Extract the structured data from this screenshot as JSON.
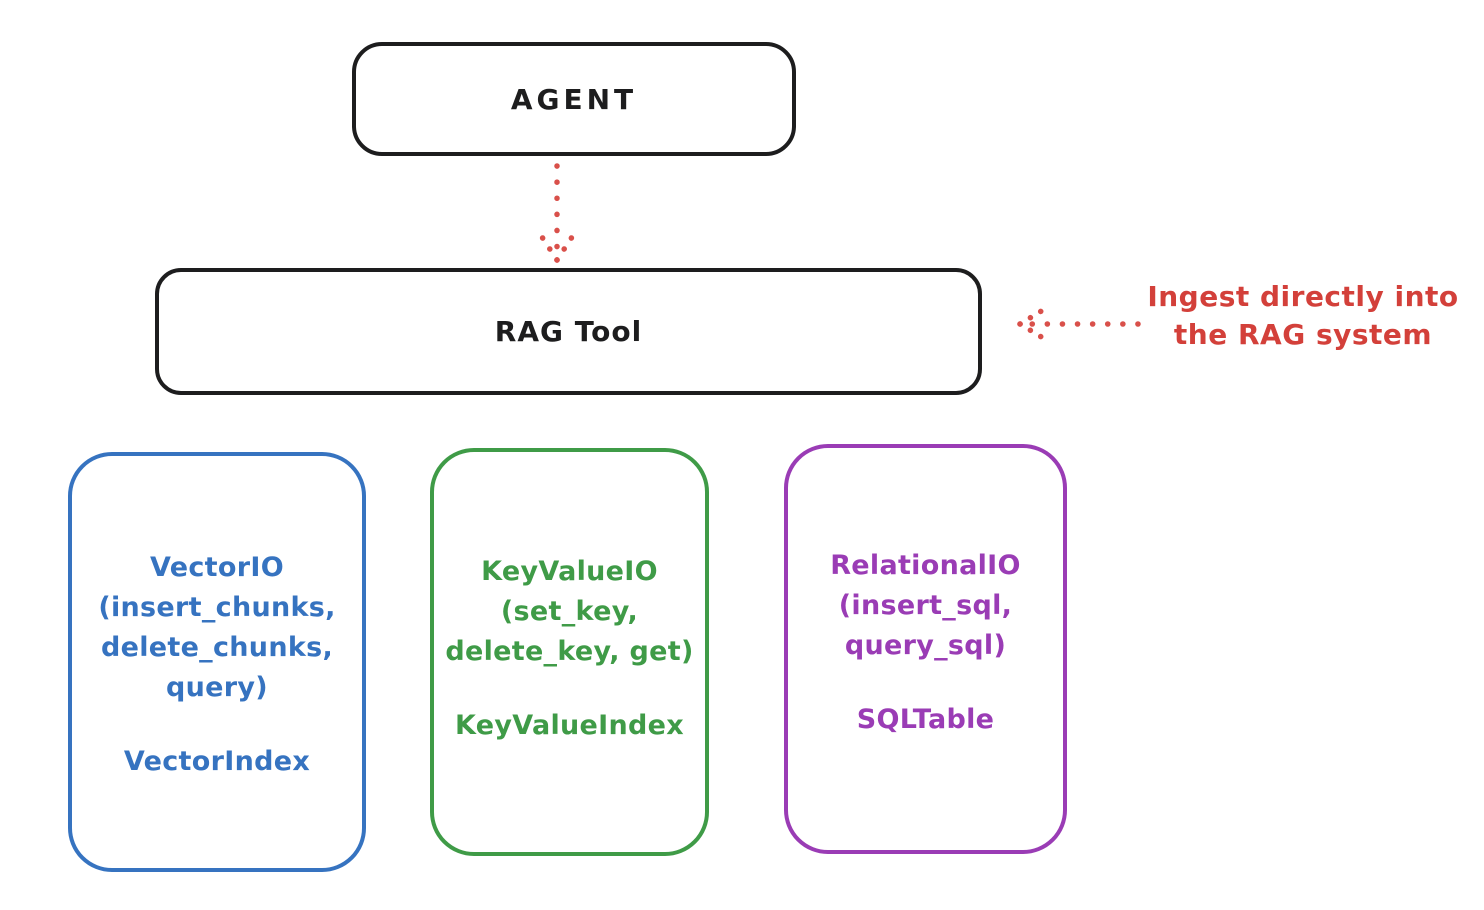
{
  "diagram": {
    "title_context": "RAG Tool architecture diagram",
    "ink_color": "#1d1d1e",
    "agent_box": {
      "label": "AGENT"
    },
    "rag_tool_box": {
      "label": "RAG Tool"
    },
    "annotation": {
      "line1": "Ingest directly into",
      "line2": "the RAG system",
      "color": "#d3403a"
    },
    "arrows": [
      {
        "name": "agent-to-rag-arrow",
        "direction": "down",
        "style": "dotted",
        "color": "#d9504a"
      },
      {
        "name": "ingest-arrow",
        "direction": "left",
        "style": "dotted",
        "color": "#d9504a"
      }
    ],
    "backends": [
      {
        "name": "VectorIO",
        "color": "#3673c0",
        "lines": [
          "VectorIO",
          "(insert_chunks,",
          "delete_chunks,",
          "query)"
        ],
        "index": "VectorIndex"
      },
      {
        "name": "KeyValueIO",
        "color": "#3f9b47",
        "lines": [
          "KeyValueIO",
          "(set_key,",
          "delete_key, get)"
        ],
        "index": "KeyValueIndex"
      },
      {
        "name": "RelationalIO",
        "color": "#9a3cb5",
        "lines": [
          "RelationalIO",
          "(insert_sql,",
          "query_sql)"
        ],
        "index": "SQLTable"
      }
    ]
  }
}
